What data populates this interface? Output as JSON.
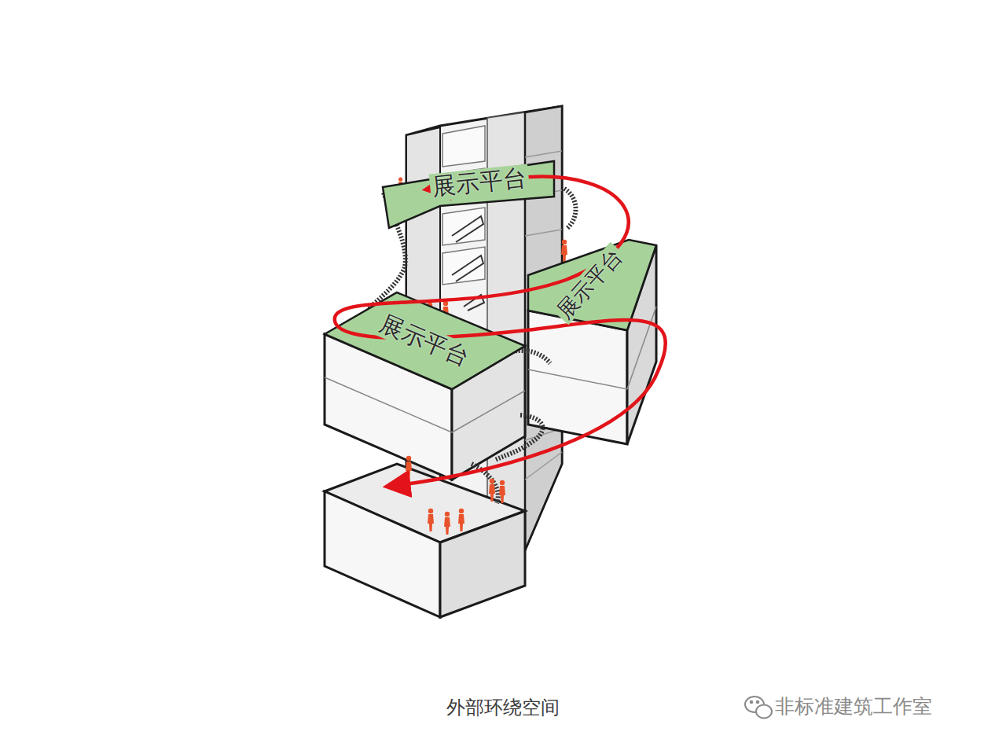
{
  "diagram": {
    "caption": "外部环绕空间",
    "nodes": [
      {
        "text": [
          "展示平台"
        ]
      },
      {
        "text": [
          "展示平台"
        ]
      },
      {
        "text": [
          "展示平台"
        ]
      }
    ],
    "labels": [
      "非标准建筑工作室"
    ]
  }
}
